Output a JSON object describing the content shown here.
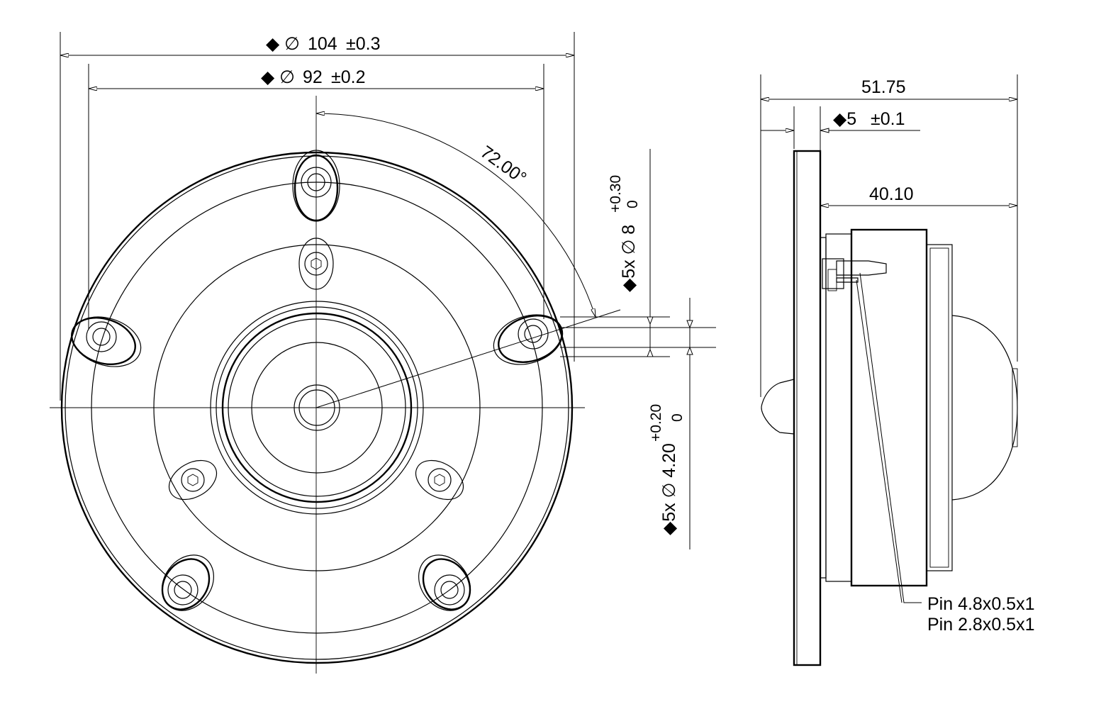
{
  "front_view": {
    "dim_outer_symbol": "◆ ∅",
    "dim_outer_value": "104",
    "dim_outer_tol": "±0.3",
    "dim_inner_symbol": "◆ ∅",
    "dim_inner_value": "92",
    "dim_inner_tol": "±0.2",
    "angle": "72.00°",
    "hole_large_label": "◆5x ∅ 8",
    "hole_large_tol_upper": "+0.30",
    "hole_large_tol_lower": "0",
    "hole_small_label": "◆5x ∅ 4.20",
    "hole_small_tol_upper": "+0.20",
    "hole_small_tol_lower": "0"
  },
  "side_view": {
    "overall_depth": "51.75",
    "flange_thickness_symbol": "◆5",
    "flange_thickness_tol": "±0.1",
    "body_depth": "40.10",
    "pin_label_1": "Pin 4.8x0.5x1",
    "pin_label_2": "Pin 2.8x0.5x1"
  }
}
